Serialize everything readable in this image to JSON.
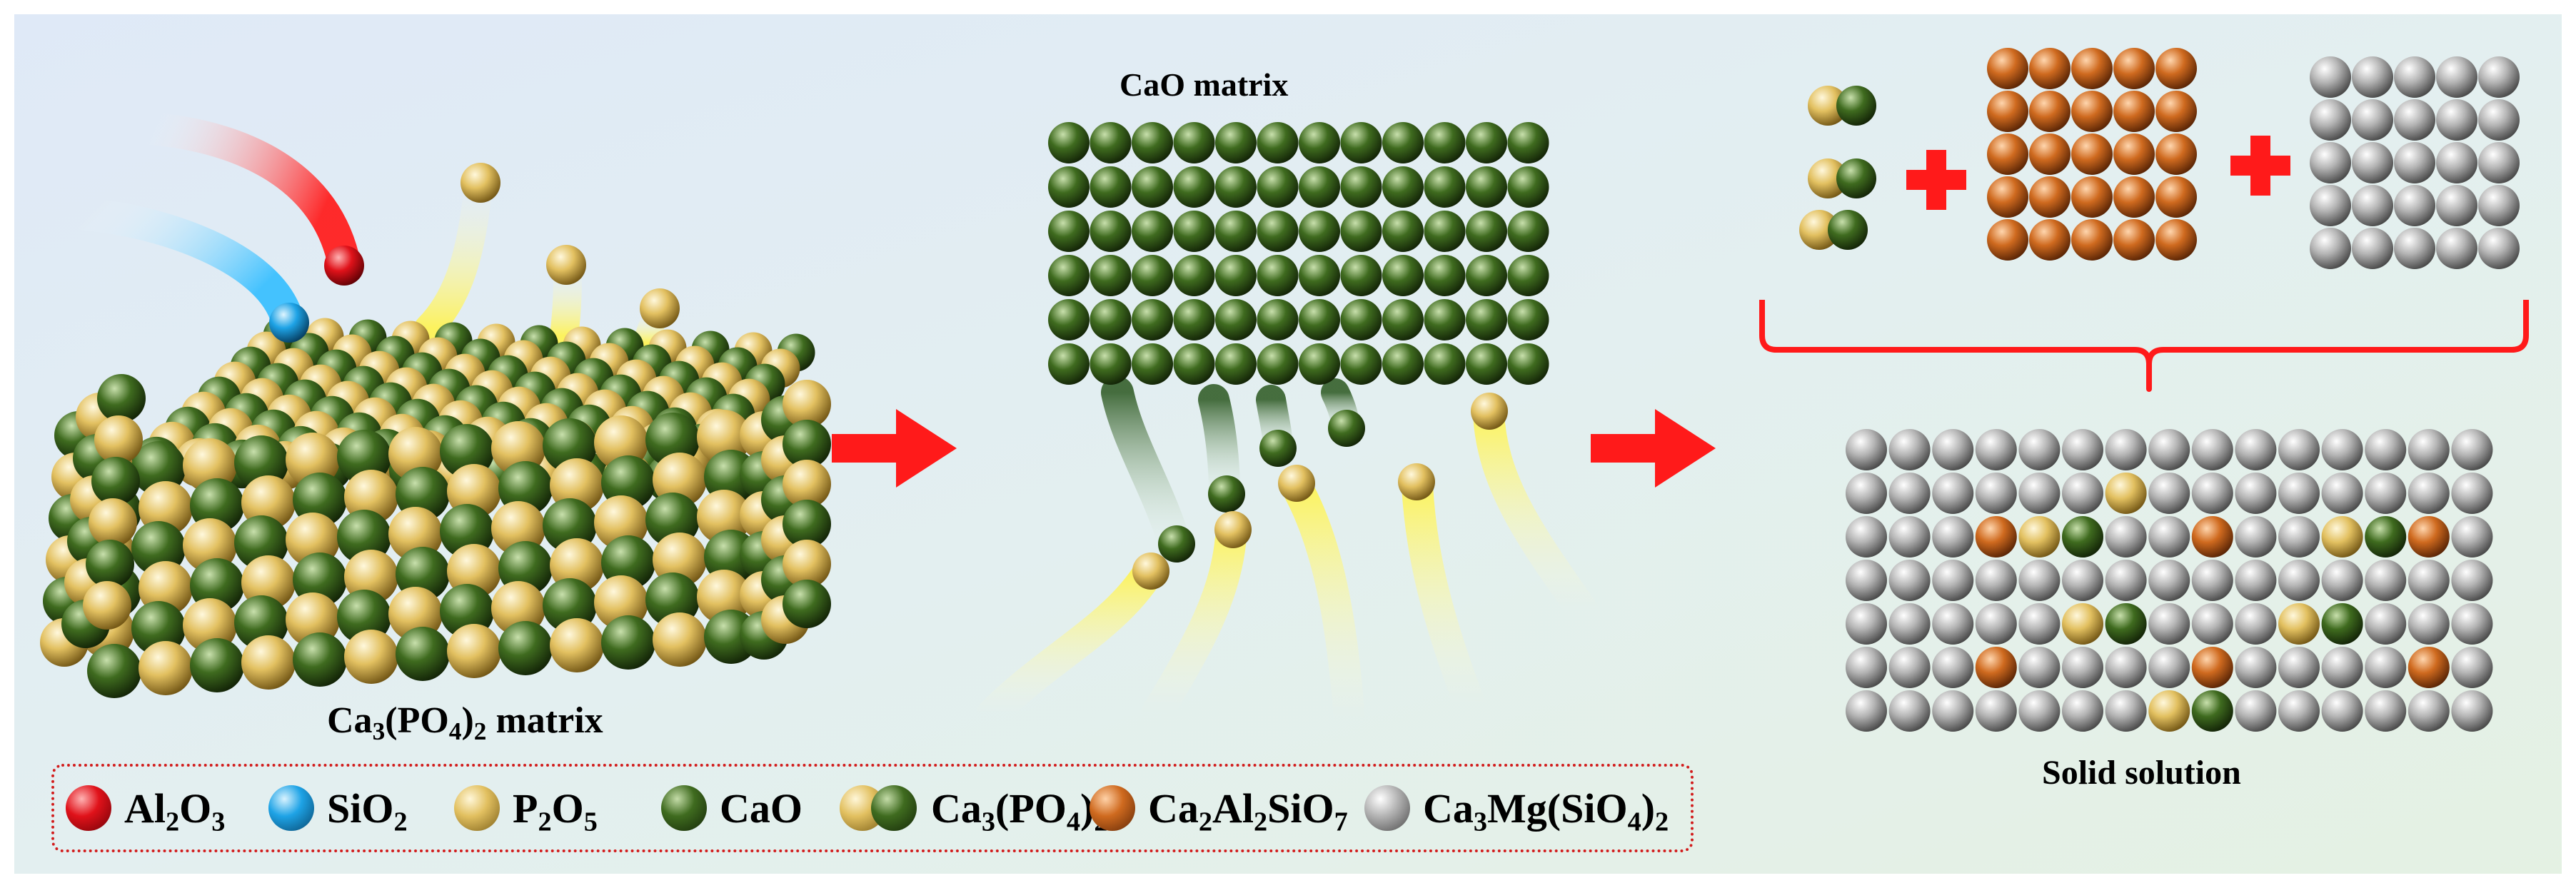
{
  "labels": {
    "cao_matrix": "CaO matrix",
    "ca3po42_matrix": {
      "base": "Ca",
      "s1": "3",
      "mid": "(PO",
      "s2": "4",
      "tail": ")",
      "s3": "2",
      "suffix": " matrix"
    },
    "solid_solution": "Solid solution"
  },
  "legend": {
    "al2o3": {
      "a": "Al",
      "s1": "2",
      "b": "O",
      "s2": "3",
      "color": "#e0121a"
    },
    "sio2": {
      "a": "SiO",
      "s1": "2",
      "color": "#1ea3e6"
    },
    "p2o5": {
      "a": "P",
      "s1": "2",
      "b": "O",
      "s2": "5",
      "color": "#e2c060"
    },
    "cao": {
      "text": "CaO",
      "color": "#3f6b1f"
    },
    "ca3po42": {
      "a": "Ca",
      "s1": "3",
      "b": "(PO",
      "s2": "4",
      "c": ")",
      "s3": "2"
    },
    "ca2al2sio7": {
      "a": "Ca",
      "s1": "2",
      "b": "Al",
      "s2": "2",
      "c": "SiO",
      "s3": "7",
      "color": "#cf6a1f"
    },
    "ca3mgsio42": {
      "a": "Ca",
      "s1": "3",
      "b": "Mg(SiO",
      "s2": "4",
      "c": ")",
      "s3": "2",
      "color": "#b4b4b4"
    }
  },
  "colors": {
    "red": "#e0121a",
    "blue": "#1ea3e6",
    "yellow": "#e2c060",
    "green": "#3f6b1f",
    "orange": "#cf6a1f",
    "gray": "#b4b4b4",
    "accent": "#ff1a1a"
  }
}
